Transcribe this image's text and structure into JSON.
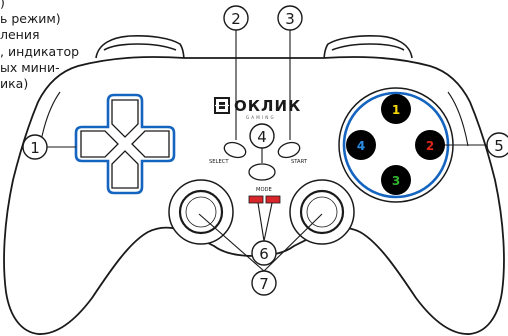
{
  "side_text": {
    "lines": [
      ")",
      "ь режим)",
      "ления",
      ", индикатор",
      "ых мини-",
      "ика)"
    ]
  },
  "brand": {
    "name": "ОКЛИК",
    "sub": "GAMING"
  },
  "buttons": {
    "select": "SELECT",
    "start": "START",
    "mode": "MODE",
    "face": [
      "1",
      "2",
      "3",
      "4"
    ]
  },
  "callouts": [
    "1",
    "2",
    "3",
    "4",
    "5",
    "6",
    "7"
  ],
  "colors": {
    "line": "#1a1a1a",
    "accent_blue": "#1565c0",
    "face_button_fill": "#000000",
    "btn1": "#f5d90a",
    "btn2": "#e0261c",
    "btn3": "#2fb52f",
    "btn4": "#2b8fe8",
    "led": "#d9262b"
  },
  "icons": [
    "logo-icon",
    "dpad-icon",
    "analog-stick-icon",
    "led-indicator-icon"
  ]
}
